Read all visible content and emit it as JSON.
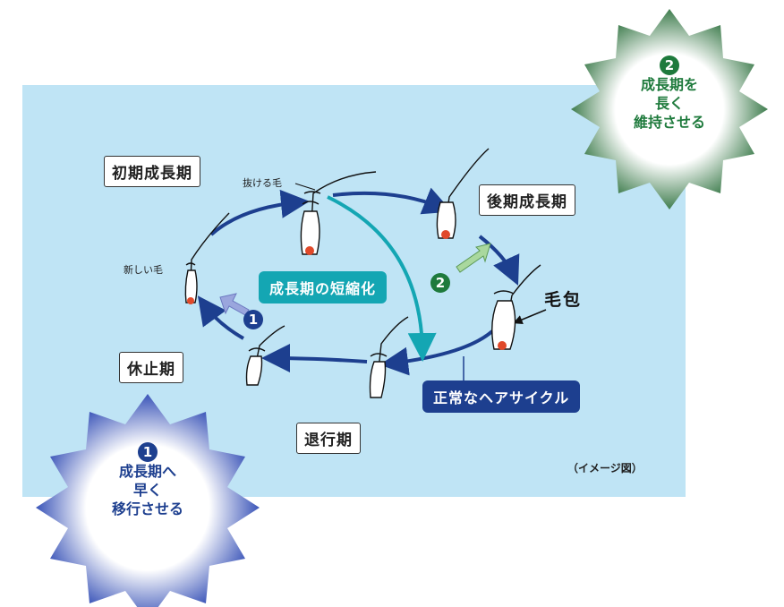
{
  "stages": {
    "anagen_early": "初期成長期",
    "anagen_late": "後期成長期",
    "catagen": "退行期",
    "telogen": "休止期"
  },
  "labels": {
    "falling_hair": "抜ける毛",
    "new_hair": "新しい毛",
    "follicle": "毛包",
    "shortened_anagen": "成長期の短縮化",
    "normal_cycle": "正常なヘアサイクル",
    "image_note": "（イメージ図）"
  },
  "markers": {
    "one": "1",
    "two": "2"
  },
  "burst_one": {
    "line1": "成長期へ",
    "line2": "早く",
    "line3": "移行させる"
  },
  "burst_two": {
    "line1": "成長期を",
    "line2": "長く",
    "line3": "維持させる"
  },
  "colors": {
    "panel": "#bfe4f5",
    "navy": "#1d3f8f",
    "teal": "#14a6b3",
    "green": "#1e7a3c",
    "follicle_tip": "#e0492a"
  }
}
